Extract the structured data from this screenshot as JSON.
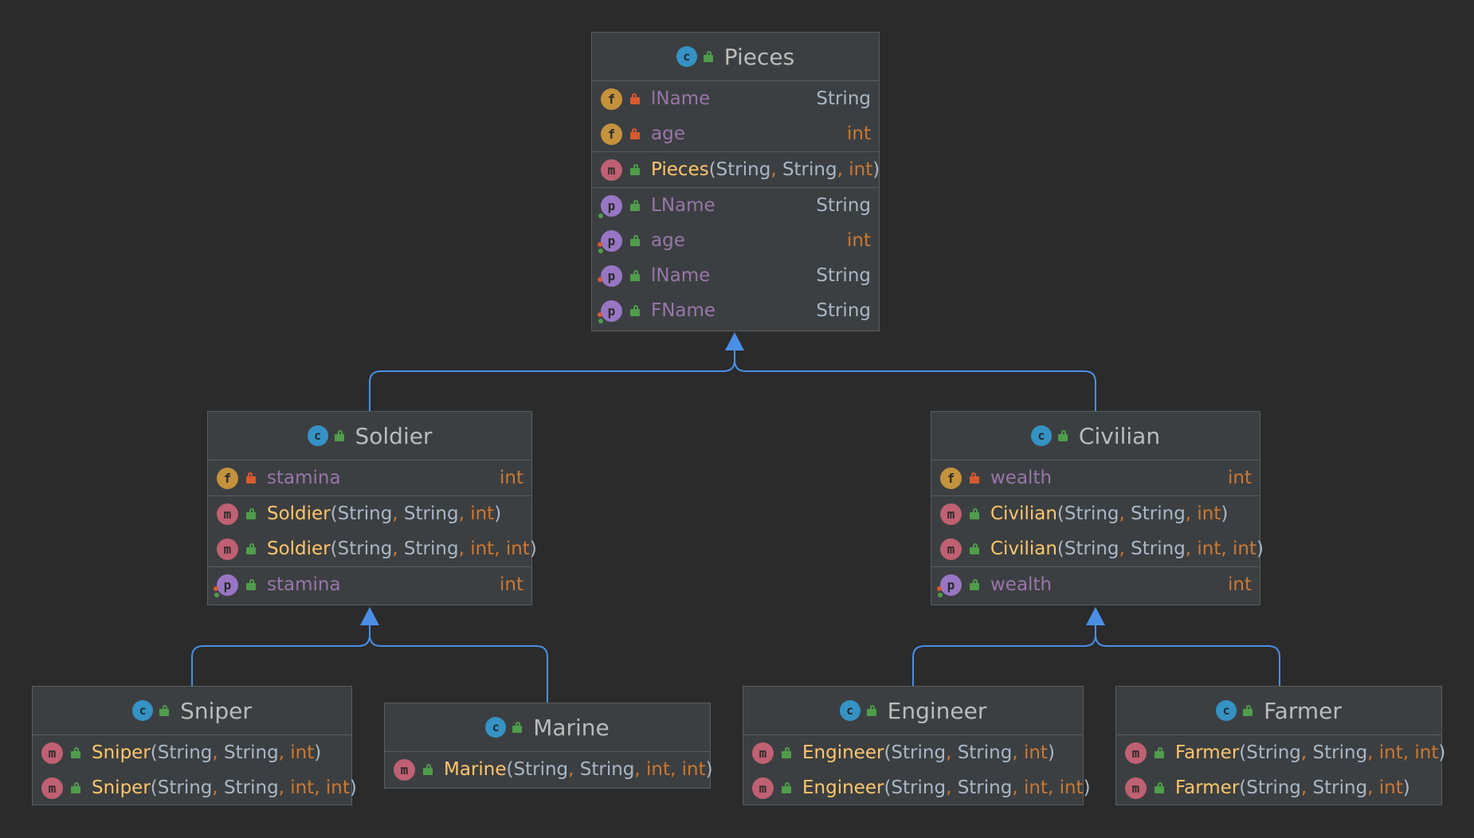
{
  "colors": {
    "background": "#2b2b2b",
    "box": "#3c3f41",
    "edge": "#4a8fe7",
    "field_name": "#9876aa",
    "method_name": "#ffc66d",
    "primitive_type": "#cc7832",
    "type": "#a9b7c6"
  },
  "icons": {
    "class": "class-c-icon",
    "field": "field-f-icon",
    "method": "method-m-icon",
    "property": "property-p-icon",
    "private": "lock-closed-icon",
    "public": "lock-open-icon"
  },
  "classes": {
    "pieces": {
      "name": "Pieces",
      "fields": [
        {
          "name": "lName",
          "type": "String"
        },
        {
          "name": "age",
          "type": "int"
        }
      ],
      "methods": [
        {
          "name": "Pieces",
          "params": [
            "String",
            "String",
            "int"
          ]
        }
      ],
      "properties": [
        {
          "name": "LName",
          "type": "String"
        },
        {
          "name": "age",
          "type": "int"
        },
        {
          "name": "lName",
          "type": "String"
        },
        {
          "name": "FName",
          "type": "String"
        }
      ]
    },
    "soldier": {
      "name": "Soldier",
      "fields": [
        {
          "name": "stamina",
          "type": "int"
        }
      ],
      "methods": [
        {
          "name": "Soldier",
          "params": [
            "String",
            "String",
            "int"
          ]
        },
        {
          "name": "Soldier",
          "params": [
            "String",
            "String",
            "int",
            "int"
          ]
        }
      ],
      "properties": [
        {
          "name": "stamina",
          "type": "int"
        }
      ]
    },
    "civilian": {
      "name": "Civilian",
      "fields": [
        {
          "name": "wealth",
          "type": "int"
        }
      ],
      "methods": [
        {
          "name": "Civilian",
          "params": [
            "String",
            "String",
            "int"
          ]
        },
        {
          "name": "Civilian",
          "params": [
            "String",
            "String",
            "int",
            "int"
          ]
        }
      ],
      "properties": [
        {
          "name": "wealth",
          "type": "int"
        }
      ]
    },
    "sniper": {
      "name": "Sniper",
      "methods": [
        {
          "name": "Sniper",
          "params": [
            "String",
            "String",
            "int"
          ]
        },
        {
          "name": "Sniper",
          "params": [
            "String",
            "String",
            "int",
            "int"
          ]
        }
      ]
    },
    "marine": {
      "name": "Marine",
      "methods": [
        {
          "name": "Marine",
          "params": [
            "String",
            "String",
            "int",
            "int"
          ]
        }
      ]
    },
    "engineer": {
      "name": "Engineer",
      "methods": [
        {
          "name": "Engineer",
          "params": [
            "String",
            "String",
            "int"
          ]
        },
        {
          "name": "Engineer",
          "params": [
            "String",
            "String",
            "int",
            "int"
          ]
        }
      ]
    },
    "farmer": {
      "name": "Farmer",
      "methods": [
        {
          "name": "Farmer",
          "params": [
            "String",
            "String",
            "int",
            "int"
          ]
        },
        {
          "name": "Farmer",
          "params": [
            "String",
            "String",
            "int"
          ]
        }
      ]
    }
  },
  "inheritance": [
    {
      "child": "Soldier",
      "parent": "Pieces"
    },
    {
      "child": "Civilian",
      "parent": "Pieces"
    },
    {
      "child": "Sniper",
      "parent": "Soldier"
    },
    {
      "child": "Marine",
      "parent": "Soldier"
    },
    {
      "child": "Engineer",
      "parent": "Civilian"
    },
    {
      "child": "Farmer",
      "parent": "Civilian"
    }
  ]
}
